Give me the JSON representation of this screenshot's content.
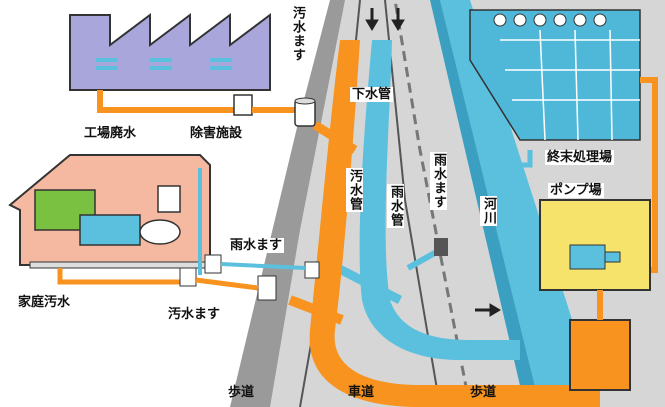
{
  "labels": {
    "factory_wastewater": "工場廃水",
    "pretreatment": "除害施設",
    "sewage_inlet_top": "汚水ます",
    "sewer_pipe": "下水管",
    "sewage_pipe": "汚水管",
    "storm_pipe": "雨水管",
    "storm_inlet_right": "雨水ます",
    "river": "河川",
    "treatment_plant": "終末処理場",
    "pump_station": "ポンプ場",
    "storm_inlet_left": "雨水ます",
    "household_wastewater": "家庭汚水",
    "sewage_inlet_bottom": "汚水ます",
    "sidewalk_left": "歩道",
    "roadway": "車道",
    "sidewalk_right": "歩道"
  },
  "colors": {
    "sewage": "#f7931e",
    "storm": "#5bc0de",
    "factory": "#a9a6dc",
    "house": "#f5b8a0",
    "pump": "#f6e36b",
    "plant": "#4fb8d8",
    "road": "#c8c8c8"
  }
}
